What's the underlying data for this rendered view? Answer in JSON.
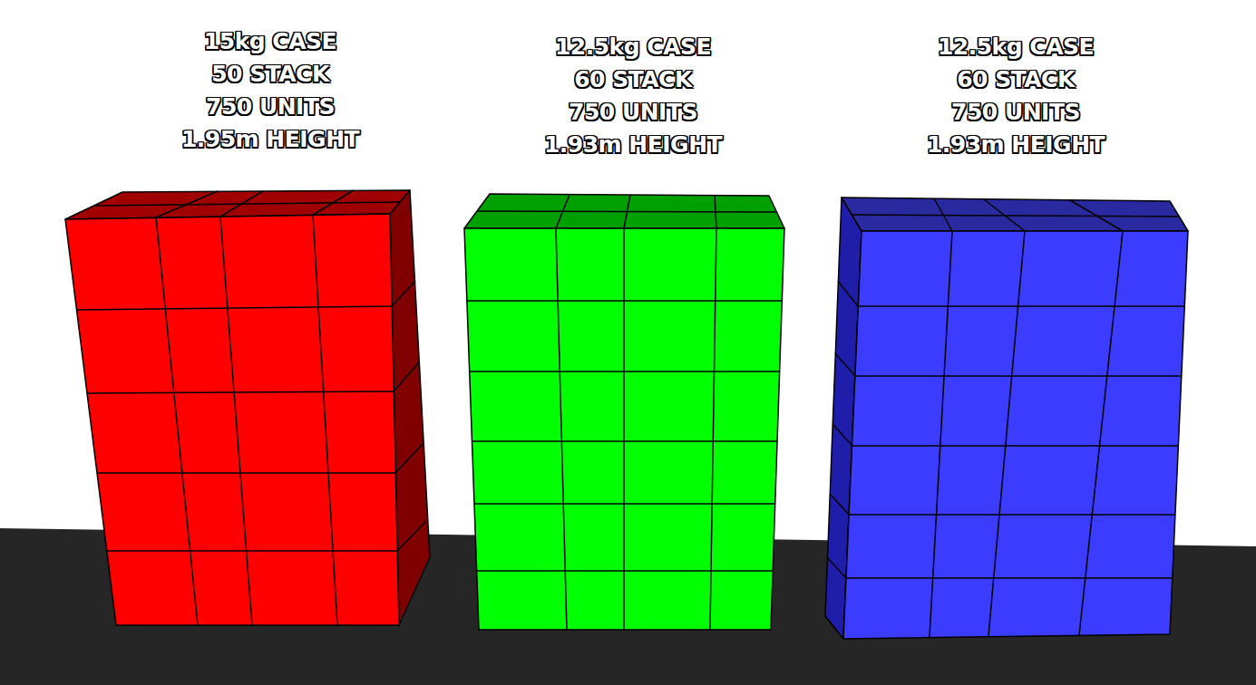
{
  "diagram": {
    "labels": [
      "15kg CASE",
      "50 STACK",
      "750 UNITS",
      "1.95m HEIGHT",
      "12.5kg CASE",
      "60 STACK",
      "750 UNITS",
      "1.93m HEIGHT",
      "12.5kg CASE",
      "60 STACK",
      "750 UNITS",
      "1.93m HEIGHT"
    ]
  }
}
